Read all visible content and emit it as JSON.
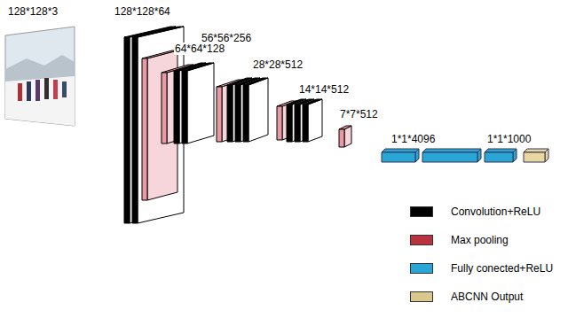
{
  "diagram": {
    "labels": [
      "128*128*3",
      "128*128*64",
      "64*64*128",
      "56*56*256",
      "28*28*512",
      "14*14*512",
      "7*7*512",
      "1*1*4096",
      "1*1*1000"
    ],
    "legend": [
      {
        "text": "Convolution+ReLU",
        "color": "#000000"
      },
      {
        "text": "Max pooling",
        "color": "#b8323f"
      },
      {
        "text": "Fully conected+ReLU",
        "color": "#2aa6d6"
      },
      {
        "text": "ABCNN Output",
        "color": "#dcc88c"
      }
    ]
  }
}
